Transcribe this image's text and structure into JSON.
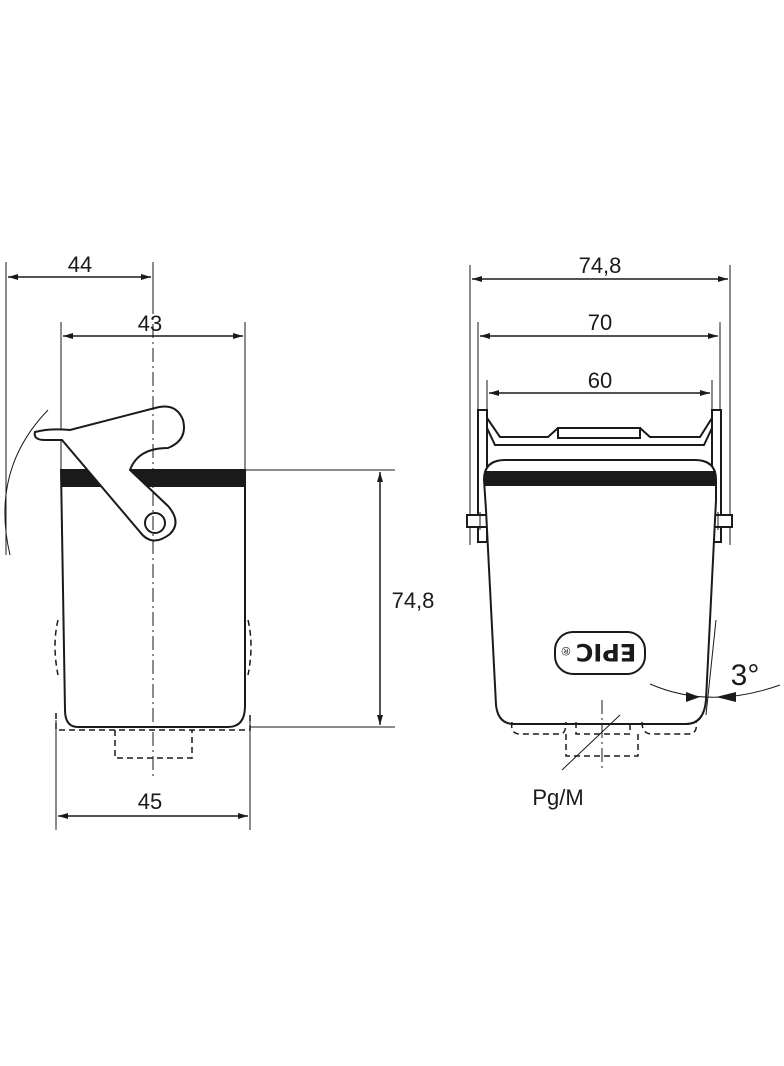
{
  "left_view": {
    "dim_44": "44",
    "dim_43": "43",
    "dim_height": "74,8",
    "dim_45": "45"
  },
  "right_view": {
    "dim_74_8": "74,8",
    "dim_70": "70",
    "dim_60": "60",
    "angle": "3°",
    "logo": "EPIC",
    "logo_mark": "®",
    "thread_label": "Pg/M"
  }
}
